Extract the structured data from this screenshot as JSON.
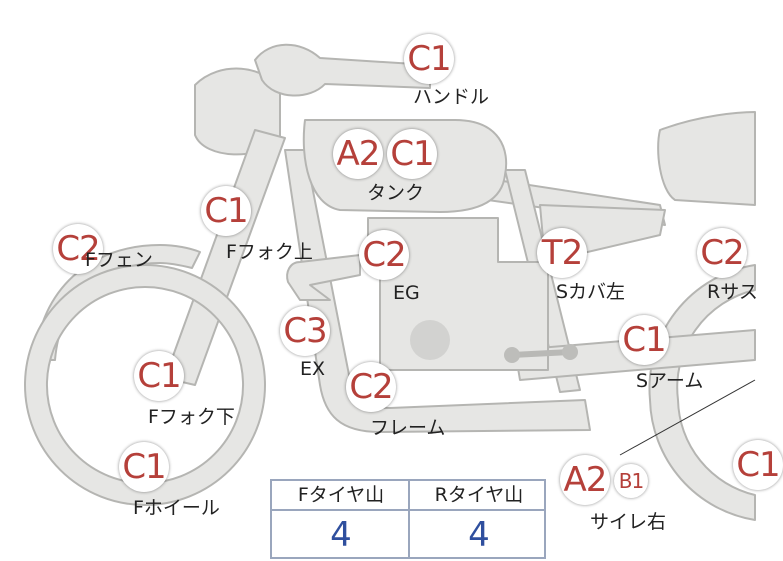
{
  "parts": [
    {
      "id": "handle",
      "codes": [
        "C1"
      ],
      "label": "ハンドル"
    },
    {
      "id": "tank",
      "codes": [
        "A2",
        "C1"
      ],
      "label": "タンク"
    },
    {
      "id": "f-fork-upper",
      "codes": [
        "C1"
      ],
      "label": "Fフォク上"
    },
    {
      "id": "f-fender",
      "codes": [
        "C2"
      ],
      "label": "Fフェン"
    },
    {
      "id": "engine",
      "codes": [
        "C2"
      ],
      "label": "EG"
    },
    {
      "id": "s-cover-left",
      "codes": [
        "T2"
      ],
      "label": "Sカバ左"
    },
    {
      "id": "r-sus",
      "codes": [
        "C2"
      ],
      "label": "Rサス"
    },
    {
      "id": "exhaust",
      "codes": [
        "C3"
      ],
      "label": "EX"
    },
    {
      "id": "f-fork-lower",
      "codes": [
        "C1"
      ],
      "label": "Fフォク下"
    },
    {
      "id": "frame",
      "codes": [
        "C2"
      ],
      "label": "フレーム"
    },
    {
      "id": "swing-arm",
      "codes": [
        "C1"
      ],
      "label": "Sアーム"
    },
    {
      "id": "f-wheel",
      "codes": [
        "C1"
      ],
      "label": "Fホイール"
    },
    {
      "id": "silencer-right",
      "codes": [
        "A2",
        "B1"
      ],
      "label": "サイレ右"
    },
    {
      "id": "r-wheel",
      "codes": [
        "C1"
      ],
      "label": ""
    }
  ],
  "tire_table": {
    "headers": [
      "Fタイヤ山",
      "Rタイヤ山"
    ],
    "values": [
      "4",
      "4"
    ]
  },
  "colors": {
    "bike_fill": "#e6e6e4",
    "bike_stroke": "#b5b5b2",
    "badge_text": "#b5403a",
    "table_border": "#9aa6bd",
    "table_value": "#2f4f9e"
  }
}
